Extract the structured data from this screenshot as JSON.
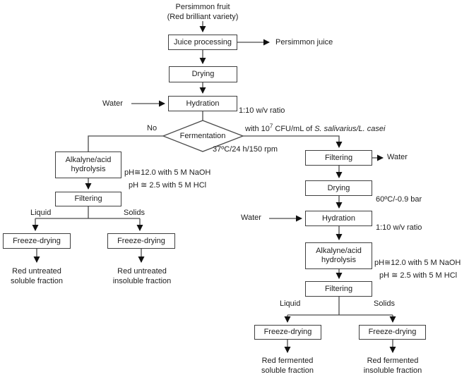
{
  "flowchart": {
    "source": {
      "line1": "Persimmon fruit",
      "line2": "(Red brilliant variety)"
    },
    "juice_processing": {
      "label": "Juice processing",
      "output": "Persimmon juice"
    },
    "drying": {
      "label": "Drying"
    },
    "hydration": {
      "label": "Hydration",
      "input": "Water",
      "note": "1:10 w/v ratio"
    },
    "fermentation": {
      "label": "Fermentation",
      "no_branch": "No",
      "yes_branch": {
        "prefix": "with 10",
        "exponent": "7",
        "middle": " CFU/mL of ",
        "species": "S. salivarius/L. casei"
      },
      "conditions": "37ºC/24 h/150 rpm"
    },
    "untreated_branch": {
      "hydrolysis": {
        "label": "Alkalyne/acid hydrolysis",
        "note1": "pH≅12.0 with 5 M NaOH",
        "note2": "pH ≅ 2.5 with 5 M HCl"
      },
      "filtering": {
        "label": "Filtering"
      },
      "liquid": "Liquid",
      "solids": "Solids",
      "freeze_drying_liquid": "Freeze-drying",
      "freeze_drying_solids": "Freeze-drying",
      "output_soluble": {
        "line1": "Red untreated",
        "line2": "soluble fraction"
      },
      "output_insoluble": {
        "line1": "Red untreated",
        "line2": "insoluble fraction"
      }
    },
    "fermented_branch": {
      "filtering1": {
        "label": "Filtering",
        "output": "Water"
      },
      "drying": {
        "label": "Drying",
        "note": "60ºC/-0.9 bar"
      },
      "hydration": {
        "label": "Hydration",
        "input": "Water",
        "note": "1:10 w/v ratio"
      },
      "hydrolysis": {
        "label": "Alkalyne/acid hydrolysis",
        "note1": "pH≅12.0 with 5 M NaOH",
        "note2": "pH ≅ 2.5 with 5 M HCl"
      },
      "filtering2": {
        "label": "Filtering"
      },
      "liquid": "Liquid",
      "solids": "Solids",
      "freeze_drying_liquid": "Freeze-drying",
      "freeze_drying_solids": "Freeze-drying",
      "output_soluble": {
        "line1": "Red fermented",
        "line2": "soluble fraction"
      },
      "output_insoluble": {
        "line1": "Red fermented",
        "line2": "insoluble fraction"
      }
    },
    "colors": {
      "line": "#4a4a4a",
      "box_border": "#3f3f3f",
      "arrowhead": "#111111",
      "text": "#1d1d1d",
      "background": "#ffffff"
    }
  }
}
